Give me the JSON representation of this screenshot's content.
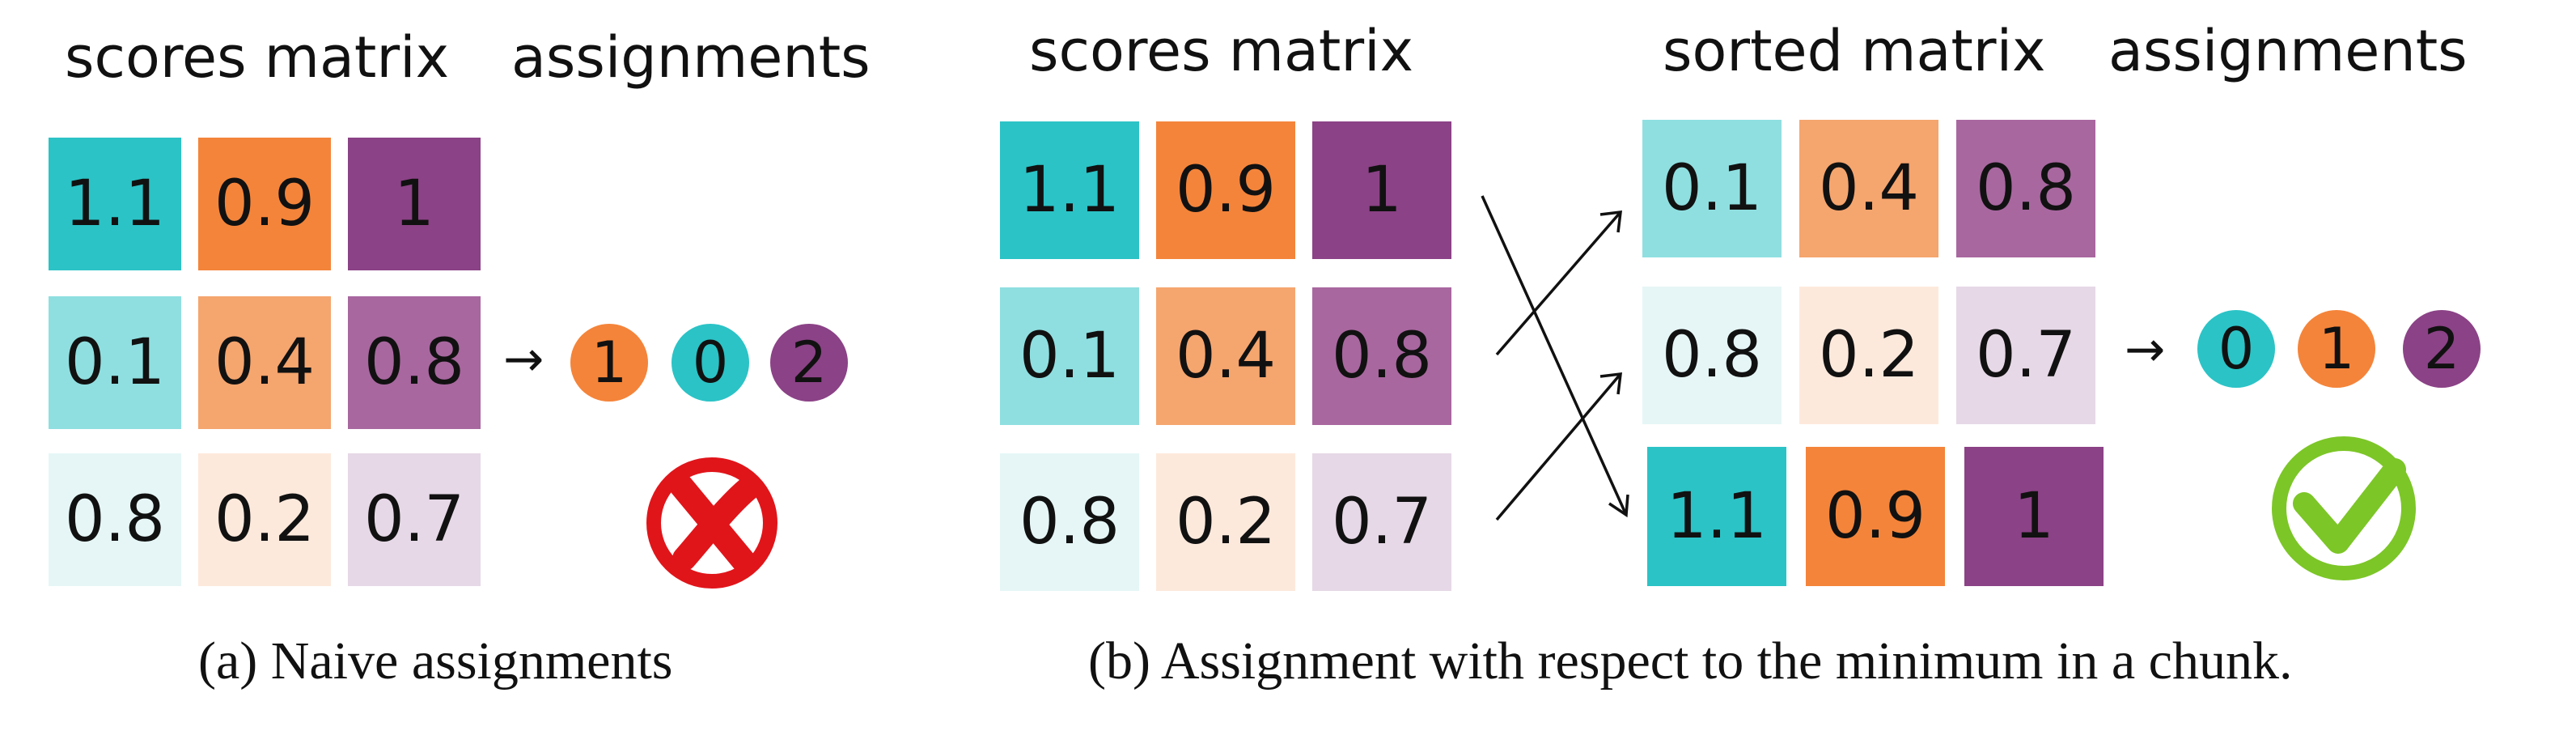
{
  "colors": {
    "teal": [
      "#2bc3c6",
      "#8fdfe0",
      "#e6f6f6"
    ],
    "orange": [
      "#f4843a",
      "#f5a56e",
      "#fde9dc"
    ],
    "purple": [
      "#8b4286",
      "#a8679f",
      "#e6d8e6"
    ],
    "fail_red": "#e0151a",
    "ok_green": "#7cc627"
  },
  "panel_a": {
    "matrix_title": "scores matrix",
    "assign_title": "assignments",
    "matrix": [
      [
        "1.1",
        "0.9",
        "1"
      ],
      [
        "0.1",
        "0.4",
        "0.8"
      ],
      [
        "0.8",
        "0.2",
        "0.7"
      ]
    ],
    "arrow": "→",
    "assignments": [
      "1",
      "0",
      "2"
    ],
    "status_icon": "red-x-icon",
    "caption": "(a) Naive assignments"
  },
  "panel_b": {
    "matrix_title": "scores matrix",
    "sorted_title": "sorted matrix",
    "assign_title": "assignments",
    "matrix": [
      [
        "1.1",
        "0.9",
        "1"
      ],
      [
        "0.1",
        "0.4",
        "0.8"
      ],
      [
        "0.8",
        "0.2",
        "0.7"
      ]
    ],
    "sorted_matrix": [
      [
        "0.1",
        "0.4",
        "0.8"
      ],
      [
        "0.8",
        "0.2",
        "0.7"
      ],
      [
        "1.1",
        "0.9",
        "1"
      ]
    ],
    "arrow": "→",
    "assignments": [
      "0",
      "1",
      "2"
    ],
    "status_icon": "green-check-icon",
    "caption": "(b) Assignment with respect to the minimum in a chunk."
  }
}
